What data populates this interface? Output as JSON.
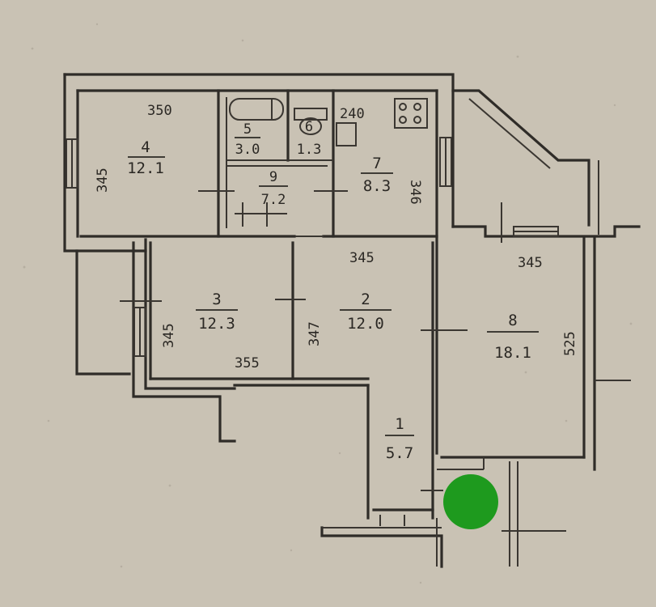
{
  "rooms": [
    {
      "id": "room-1",
      "number": "1",
      "area": "5.7"
    },
    {
      "id": "room-2",
      "number": "2",
      "area": "12.0"
    },
    {
      "id": "room-3",
      "number": "3",
      "area": "12.3"
    },
    {
      "id": "room-4",
      "number": "4",
      "area": "12.1"
    },
    {
      "id": "room-5",
      "number": "5",
      "area": "3.0"
    },
    {
      "id": "room-6",
      "number": "6",
      "area": "1.3"
    },
    {
      "id": "room-7",
      "number": "7",
      "area": "8.3"
    },
    {
      "id": "room-8",
      "number": "8",
      "area": "18.1"
    },
    {
      "id": "room-9",
      "number": "9",
      "area": "7.2"
    }
  ],
  "dimensions": {
    "d350": "350",
    "d240": "240",
    "d345_room4": "345",
    "d346_room7": "346",
    "d345_room2": "345",
    "d345_room8": "345",
    "d525_room8": "525",
    "d345_room3": "345",
    "d347_room3": "347",
    "d355_room3": "355"
  },
  "marker": {
    "color": "#1e9a1e"
  }
}
